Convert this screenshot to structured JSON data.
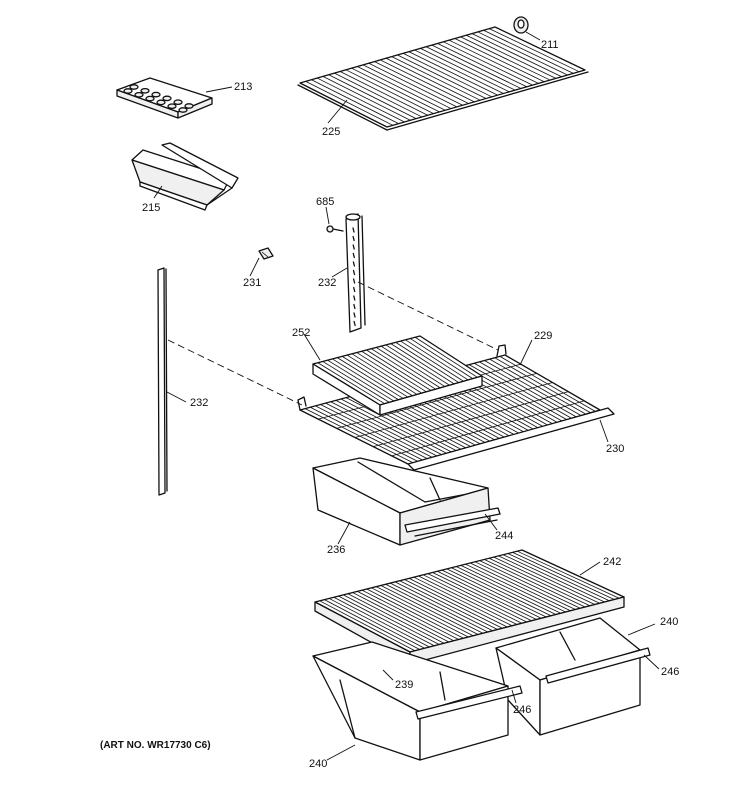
{
  "diagram": {
    "art_number": "(ART NO. WR17730 C6)",
    "callouts": {
      "c211": "211",
      "c213": "213",
      "c225": "225",
      "c215": "215",
      "c685": "685",
      "c231": "231",
      "c232_upper": "232",
      "c252": "252",
      "c229": "229",
      "c232_left": "232",
      "c230": "230",
      "c244": "244",
      "c236": "236",
      "c242": "242",
      "c240_right": "240",
      "c246_right": "246",
      "c239": "239",
      "c246_mid": "246",
      "c240_bottom": "240"
    }
  }
}
